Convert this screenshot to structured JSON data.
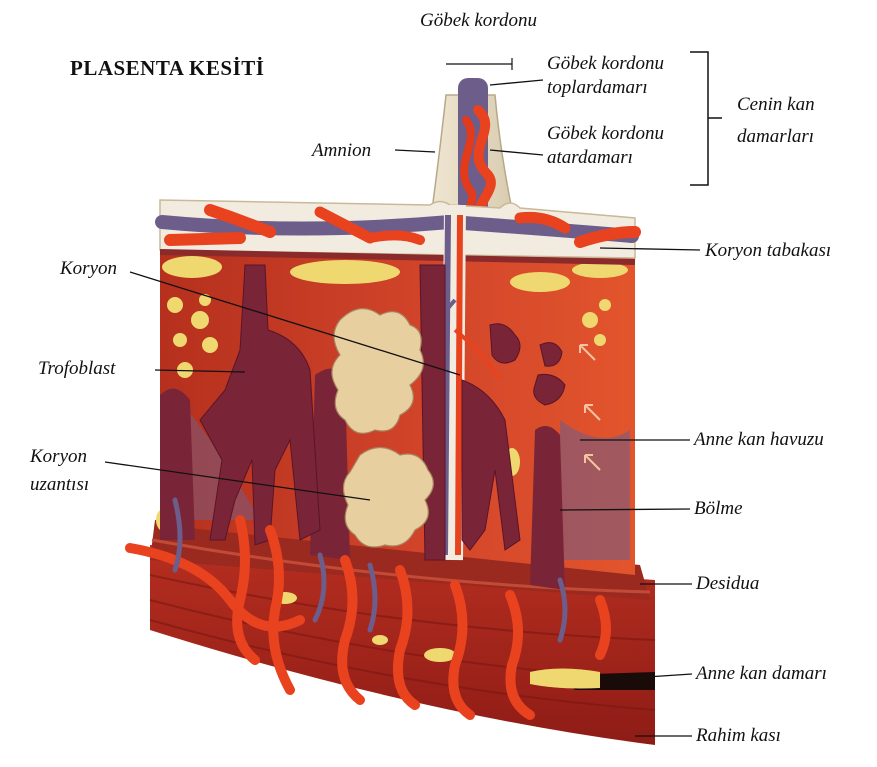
{
  "title": "PLASENTA KESİTİ",
  "labels": {
    "gobek_kordonu": "Göbek kordonu",
    "gobek_kordonu_toplardamari_1": "Göbek kordonu",
    "gobek_kordonu_toplardamari_2": "toplardamarı",
    "gobek_kordonu_atardamari_1": "Göbek kordonu",
    "gobek_kordonu_atardamari_2": "atardamarı",
    "cenin_kan_damarlari_1": "Cenin kan",
    "cenin_kan_damarlari_2": "damarları",
    "amnion": "Amnion",
    "koryon": "Koryon",
    "trofoblast": "Trofoblast",
    "koryon_uzantisi_1": "Koryon",
    "koryon_uzantisi_2": "uzantısı",
    "koryon_tabakasi": "Koryon tabakası",
    "anne_kan_havuzu": "Anne kan havuzu",
    "bolme": "Bölme",
    "desidua": "Desidua",
    "anne_kan_damari": "Anne kan damarı",
    "rahim_kasi": "Rahim kası"
  },
  "colors": {
    "muscle": "#b0261c",
    "blood_pool": "#c83a22",
    "vein": "#6a5a86",
    "artery": "#e8421e",
    "villus_dark": "#7a2438",
    "villus_light": "#e8cfa0",
    "fat": "#f0d870",
    "chorion_plate": "#f2ece0"
  }
}
